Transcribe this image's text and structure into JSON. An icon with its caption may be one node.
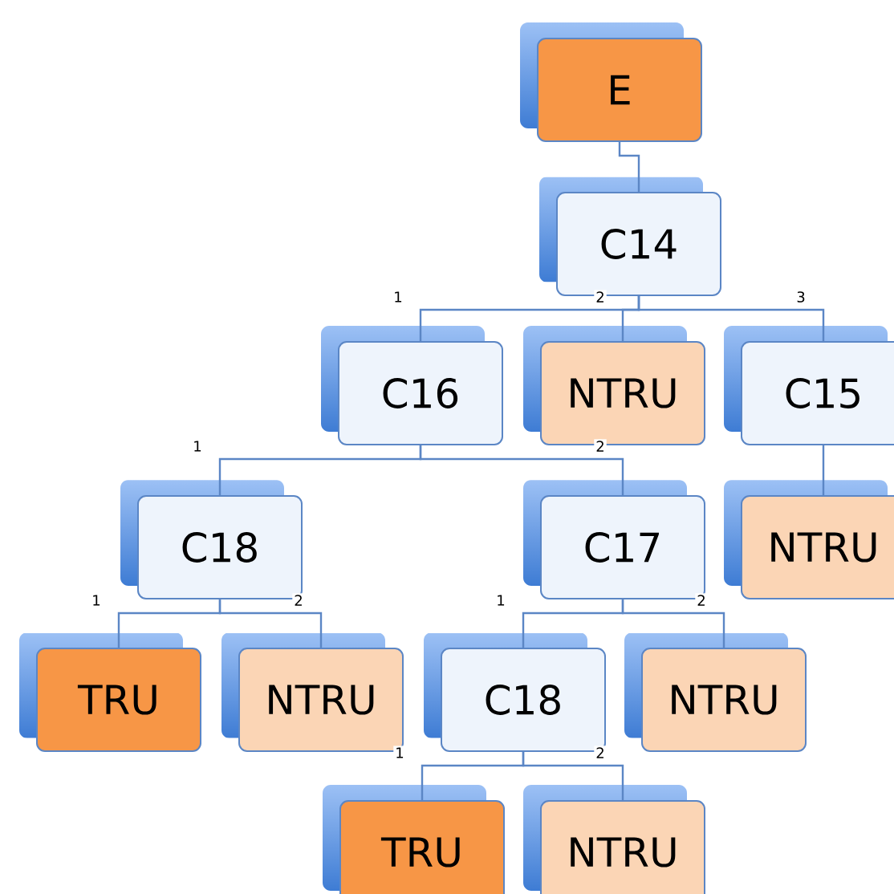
{
  "diagram": {
    "nodes": [
      {
        "text": [
          "E"
        ]
      },
      {
        "text": [
          "C14"
        ]
      },
      {
        "text": [
          "C16"
        ]
      },
      {
        "text": [
          "NTRU"
        ]
      },
      {
        "text": [
          "C15"
        ]
      },
      {
        "text": [
          "C18"
        ]
      },
      {
        "text": [
          "C17"
        ]
      },
      {
        "text": [
          "NTRU"
        ]
      },
      {
        "text": [
          "TRU"
        ]
      },
      {
        "text": [
          "NTRU"
        ]
      },
      {
        "text": [
          "C18"
        ]
      },
      {
        "text": [
          "NTRU"
        ]
      },
      {
        "text": [
          "TRU"
        ]
      },
      {
        "text": [
          "NTRU"
        ]
      }
    ],
    "edges": [
      {
        "from": 0,
        "to": 1,
        "arrow": "none"
      },
      {
        "from": 1,
        "to": 2,
        "arrow": "none",
        "label": "1"
      },
      {
        "from": 1,
        "to": 3,
        "arrow": "none",
        "label": "2"
      },
      {
        "from": 1,
        "to": 4,
        "arrow": "none",
        "label": "3"
      },
      {
        "from": 2,
        "to": 5,
        "arrow": "none",
        "label": "1"
      },
      {
        "from": 2,
        "to": 6,
        "arrow": "none",
        "label": "2"
      },
      {
        "from": 4,
        "to": 7,
        "arrow": "none"
      },
      {
        "from": 5,
        "to": 8,
        "arrow": "none",
        "label": "1"
      },
      {
        "from": 5,
        "to": 9,
        "arrow": "none",
        "label": "2"
      },
      {
        "from": 6,
        "to": 10,
        "arrow": "none",
        "label": "1"
      },
      {
        "from": 6,
        "to": 11,
        "arrow": "none",
        "label": "2"
      },
      {
        "from": 10,
        "to": 12,
        "arrow": "none",
        "label": "1"
      },
      {
        "from": 10,
        "to": 13,
        "arrow": "none",
        "label": "2"
      }
    ]
  }
}
